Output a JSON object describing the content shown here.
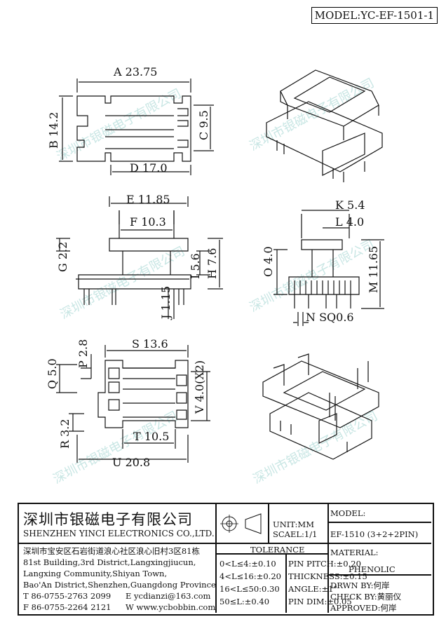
{
  "model_label": "MODEL:YC-EF-1501-1",
  "dimensions": {
    "A": "A 23.75",
    "B": "B 14.2",
    "C": "C 9.5",
    "D": "D 17.0",
    "E": "E 11.85",
    "F": "F 10.3",
    "G": "G 2.2",
    "H": "H 7.6",
    "I": "I 5.6",
    "J": "J 1.15",
    "K": "K 5.4",
    "L": "L 4.0",
    "O": "O 4.0",
    "M": "M 11.65",
    "N": "N SQ0.6",
    "S": "S 13.6",
    "P": "P 2.8",
    "Q": "Q 5.0",
    "V": "V 4.0(X2)",
    "R": "R 3.2",
    "T": "T 10.5",
    "U": "U 20.8"
  },
  "watermark": "深圳市银磁电子有限公司",
  "title_block": {
    "company_cn": "深圳市银磁电子有限公司",
    "company_en": "SHENZHEN YINCI ELECTRONICS CO.,LTD.",
    "address": [
      "深圳市宝安区石岩街道浪心社区浪心旧村3区81栋",
      "81st Building,3rd District,Langxingjiucun,",
      "Langxing Community,Shiyan Town,",
      "Bao'An District,Shenzhen,Guangdong Province"
    ],
    "tel": "T 86-0755-2763 2099",
    "email": "E ycdianzi@163.com",
    "fax": "F 86-0755-2264 2121",
    "web": "W www.ycbobbin.com",
    "unit": "UNIT:MM",
    "scale": "SCAEL:1/1",
    "model_header": "MODEL:",
    "model_value": "EF-1510 (3+2+2PIN)",
    "tolerance_header": "TOLERANCE",
    "tolerances": [
      "0<L≤4:±0.10",
      "4<L≤16:±0.20",
      "16<L≤50:0.30",
      "50≤L:±0.40"
    ],
    "pin_specs": [
      "PIN PITCH:±0.20",
      "THICKNESS:±0.15",
      "ANGLE:±1°",
      "PIN DIM:±0.05"
    ],
    "material_header": "MATERIAL:",
    "material_value": "PHENOLIC",
    "drawn_by": "DRWN BY:何岸",
    "check_by": "CHECK BY:黄丽仪",
    "approved": "APPROVED:何岸"
  }
}
